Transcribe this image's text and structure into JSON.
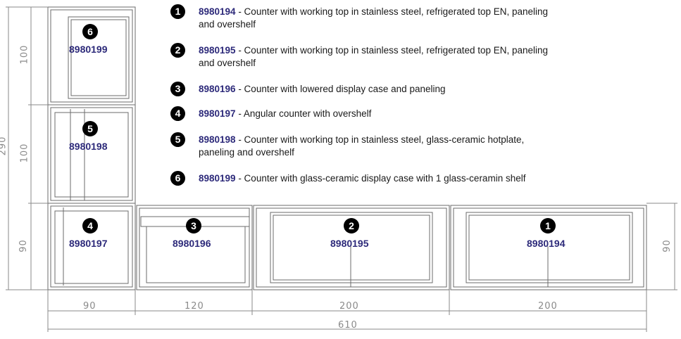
{
  "legend": [
    {
      "num": "1",
      "code": "8980194",
      "desc": " - Counter with working top in stainless steel, refrigerated top EN, paneling",
      "desc2": "and overshelf"
    },
    {
      "num": "2",
      "code": "8980195",
      "desc": " - Counter with working top in stainless steel, refrigerated top EN, paneling",
      "desc2": "and overshelf"
    },
    {
      "num": "3",
      "code": "8980196",
      "desc": " - Counter with lowered display case and paneling",
      "desc2": ""
    },
    {
      "num": "4",
      "code": "8980197",
      "desc": " - Angular counter with overshelf",
      "desc2": ""
    },
    {
      "num": "5",
      "code": "8980198",
      "desc": " - Counter with working top in stainless steel, glass-ceramic hotplate,",
      "desc2": "paneling and overshelf"
    },
    {
      "num": "6",
      "code": "8980199",
      "desc": " - Counter with glass-ceramic display case with 1 glass-ceramin shelf",
      "desc2": ""
    }
  ],
  "units": {
    "u1": {
      "num": "1",
      "code": "8980194"
    },
    "u2": {
      "num": "2",
      "code": "8980195"
    },
    "u3": {
      "num": "3",
      "code": "8980196"
    },
    "u4": {
      "num": "4",
      "code": "8980197"
    },
    "u5": {
      "num": "5",
      "code": "8980198"
    },
    "u6": {
      "num": "6",
      "code": "8980199"
    }
  },
  "dimensions": {
    "bottom_widths": [
      "90",
      "120",
      "200",
      "200"
    ],
    "total_width": "610",
    "left_heights": [
      "100",
      "100",
      "90"
    ],
    "total_height": "290",
    "right_height": "90"
  }
}
